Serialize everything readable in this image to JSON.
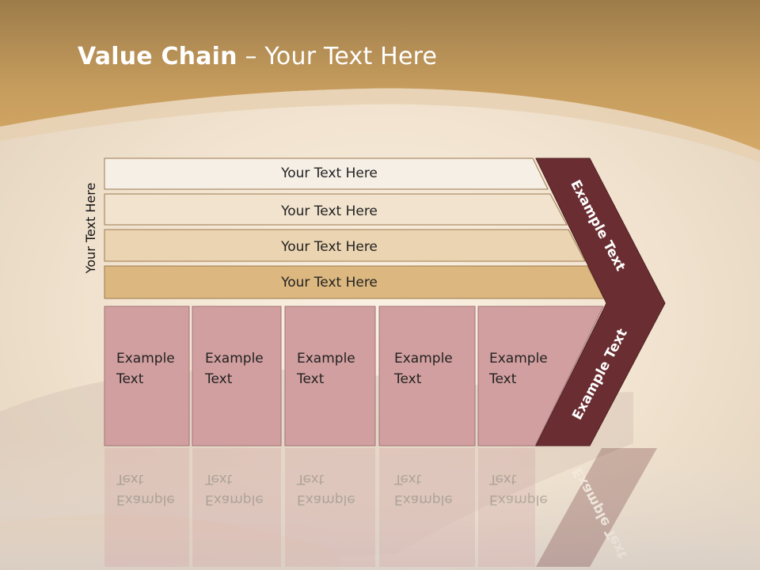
{
  "title": {
    "bold": "Value Chain",
    "rest": " – Your Text Here"
  },
  "side_label": "Your Text Here",
  "rows": [
    {
      "label": "Your Text Here",
      "fill": "#f6efe6"
    },
    {
      "label": "Your Text Here",
      "fill": "#f1e3cd"
    },
    {
      "label": "Your Text Here",
      "fill": "#ebd4b1"
    },
    {
      "label": "Your Text Here",
      "fill": "#dcb77f"
    }
  ],
  "boxes": [
    {
      "line1": "Example",
      "line2": "Text"
    },
    {
      "line1": "Example",
      "line2": "Text"
    },
    {
      "line1": "Example",
      "line2": "Text"
    },
    {
      "line1": "Example",
      "line2": "Text"
    },
    {
      "line1": "Example",
      "line2": "Text"
    }
  ],
  "arrow_top": "Example Text",
  "arrow_bottom": "Example Text",
  "colors": {
    "header_band": "#c9a062",
    "background": "#f2e5d2",
    "box_fill": "#d29fa0",
    "arrow_fill": "#6a2e32",
    "row_border": "#9c7a4f"
  }
}
